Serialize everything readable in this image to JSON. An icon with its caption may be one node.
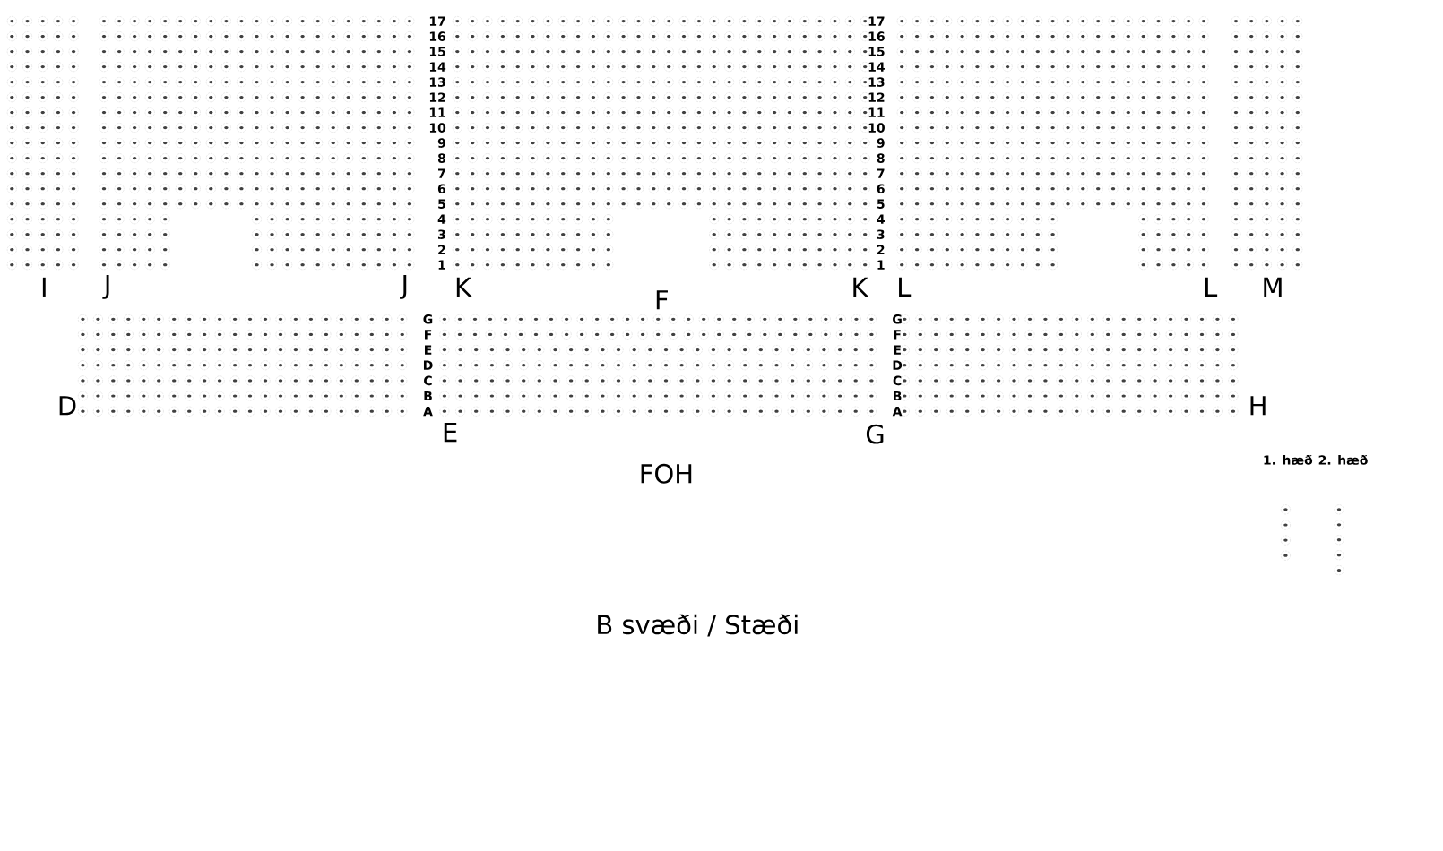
{
  "diagram": {
    "title": "B svæði / Stæði",
    "labels": [
      "17",
      "17",
      "16",
      "16",
      "15",
      "15",
      "14",
      "14",
      "13",
      "13",
      "12",
      "12",
      "11",
      "11",
      "10",
      "10",
      "9",
      "9",
      "8",
      "8",
      "7",
      "7",
      "6",
      "6",
      "5",
      "5",
      "4",
      "4",
      "3",
      "3",
      "2",
      "2",
      "1",
      "1",
      "I",
      "J",
      "J",
      "K",
      "K",
      "L",
      "L",
      "M",
      "F",
      "G",
      "G",
      "F",
      "F",
      "E",
      "E",
      "D",
      "D",
      "C",
      "C",
      "B",
      "B",
      "A",
      "A",
      "D",
      "H",
      "E",
      "G",
      "FOH",
      "1. hæð",
      "2. hæð"
    ]
  }
}
